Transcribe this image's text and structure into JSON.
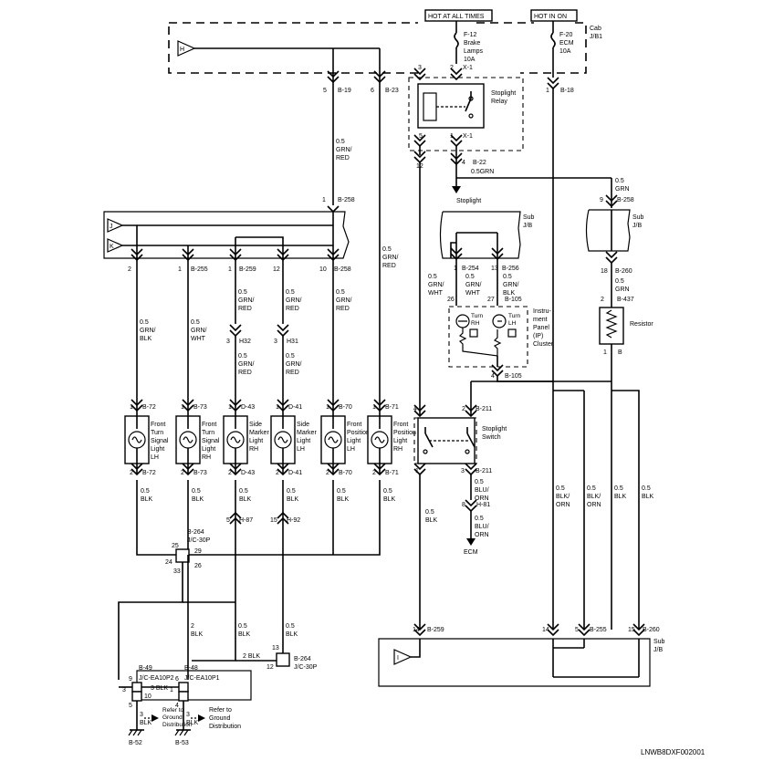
{
  "header": {
    "hot_all_times": "HOT AT ALL TIMES",
    "hot_in_on": "HOT IN ON",
    "cab_jb": [
      "Cab",
      "J/B1"
    ]
  },
  "fuses": {
    "f12": [
      "F-12",
      "Brake",
      "Lamps",
      "10A"
    ],
    "f20": [
      "F-20",
      "ECM",
      "10A"
    ]
  },
  "relay": {
    "label": [
      "Stoplight",
      "Relay"
    ]
  },
  "connectors_top": {
    "c1": "5",
    "c1n": "B-19",
    "c2": "6",
    "c2n": "B-23",
    "r3": "3",
    "r2": "2",
    "rx1": "X-1",
    "r5": "5",
    "r1": "1",
    "rx1b": "X-1",
    "p12": "12",
    "p4": "4",
    "b22": "B-22",
    "p1": "1",
    "b18": "B-18"
  },
  "wires": {
    "w_grnred_top": [
      "0.5",
      "GRN/",
      "RED"
    ],
    "w_grn_stop": "0.5GRN",
    "stoplight": "Stoplight",
    "w_grn_right": [
      "0.5",
      "GRN"
    ],
    "w_grn_right2": [
      "0.5",
      "GRN"
    ],
    "w_grnred_mid": [
      "0.5",
      "GRN/",
      "RED"
    ]
  },
  "sub_jb_a": {
    "label": [
      "Sub",
      "J/B"
    ],
    "c9": "9",
    "b258": "B-258",
    "c18": "18",
    "b260": "B-260"
  },
  "resistor": {
    "c2": "2",
    "b437": "B-437",
    "label": "Resistor",
    "c1": "1",
    "b": "B"
  },
  "sub_jb_b": {
    "label": [
      "Sub",
      "J/B"
    ]
  },
  "ip_cluster": {
    "c1": "1",
    "b254": "B-254",
    "c13": "13",
    "b256": "B-256",
    "w1": [
      "0.5",
      "GRN/",
      "WHT"
    ],
    "w2": [
      "0.5",
      "GRN/",
      "WHT"
    ],
    "w3": [
      "0.5",
      "GRN/",
      "BLK"
    ],
    "p26": "26",
    "p27": "27",
    "b105": "B-105",
    "turn_rh": [
      "Turn",
      "RH"
    ],
    "turn_lh": [
      "Turn",
      "LH"
    ],
    "label": [
      "Instru-",
      "ment",
      "Panel",
      "(IP)",
      "Cluster"
    ],
    "p4": "4",
    "b105b": "B-105"
  },
  "left_jb": {
    "j": "J",
    "k": "K",
    "c1": "1",
    "b258": "B-258",
    "row": [
      "2",
      "1",
      "B-255",
      "1",
      "B-259",
      "12",
      "10",
      "B-258"
    ]
  },
  "branch_wires": {
    "a": [
      "0.5",
      "GRN/",
      "BLK"
    ],
    "b": [
      "0.5",
      "GRN/",
      "WHT"
    ],
    "c": [
      "0.5",
      "GRN/",
      "RED"
    ],
    "d": [
      "0.5",
      "GRN/",
      "RED"
    ],
    "e": [
      "0.5",
      "GRN/",
      "RED"
    ],
    "h32": "H32",
    "h31": "H31",
    "three1": "3",
    "three2": "3",
    "c2": [
      "0.5",
      "GRN/",
      "RED"
    ],
    "d2": [
      "0.5",
      "GRN/",
      "RED"
    ]
  },
  "lamps": [
    {
      "pin": "1",
      "id": "B-72",
      "label": [
        "Front",
        "Turn",
        "Signal",
        "Light",
        "LH"
      ],
      "bpin": "2",
      "bid": "B-72",
      "wire": [
        "0.5",
        "BLK"
      ]
    },
    {
      "pin": "1",
      "id": "B-73",
      "label": [
        "Front",
        "Turn",
        "Signal",
        "Light",
        "RH"
      ],
      "bpin": "2",
      "bid": "B-73",
      "wire": [
        "0.5",
        "BLK"
      ]
    },
    {
      "pin": "1",
      "id": "D-43",
      "label": [
        "Side",
        "Marker",
        "Light",
        "RH"
      ],
      "bpin": "2",
      "bid": "D-43",
      "wire": [
        "0.5",
        "BLK"
      ]
    },
    {
      "pin": "1",
      "id": "D-41",
      "label": [
        "Side",
        "Marker",
        "Light",
        "LH"
      ],
      "bpin": "2",
      "bid": "D-41",
      "wire": [
        "0.5",
        "BLK"
      ]
    },
    {
      "pin": "1",
      "id": "B-70",
      "label": [
        "Front",
        "Position",
        "Light",
        "LH"
      ],
      "bpin": "2",
      "bid": "B-70",
      "wire": [
        "0.5",
        "BLK"
      ]
    },
    {
      "pin": "1",
      "id": "B-71",
      "label": [
        "Front",
        "Position",
        "Light",
        "RH"
      ],
      "bpin": "2",
      "bid": "B-71",
      "wire": [
        "0.5",
        "BLK"
      ]
    }
  ],
  "stop_switch": {
    "p4": "4",
    "p2": "2",
    "b211": "B-211",
    "label": [
      "Stoplight",
      "Switch"
    ],
    "p1": "1",
    "p3": "3",
    "b211b": "B-211",
    "w1": [
      "0.5",
      "BLU/",
      "ORN"
    ],
    "p8": "8",
    "h81": "H-81",
    "w2": [
      "0.5",
      "BLU/",
      "ORN"
    ],
    "ecm": "ECM",
    "wblk": [
      "0.5",
      "BLK"
    ]
  },
  "right_wires": {
    "a": [
      "0.5",
      "BLK/",
      "ORN"
    ],
    "b": [
      "0.5",
      "BLK/",
      "ORN"
    ],
    "c": [
      "0.5",
      "BLK"
    ],
    "d": [
      "0.5",
      "BLK"
    ]
  },
  "hconn": {
    "h87n": "5",
    "h87": "H-87",
    "h92n": "15",
    "h92": "H-92"
  },
  "b264": {
    "id": "B-264",
    "jc": "J/C-30P",
    "p25": "25",
    "p29": "29",
    "p24": "24",
    "p26": "26",
    "p33": "33"
  },
  "lower_wires": {
    "a": [
      "2",
      "BLK"
    ],
    "b": [
      "0.5",
      "BLK"
    ],
    "c": [
      "0.5",
      "BLK"
    ],
    "d": "2 BLK"
  },
  "b264b": {
    "p13": "13",
    "p12": "12",
    "id": "B-264",
    "jc": "J/C-30P"
  },
  "b49": {
    "id": "B-49",
    "jc": "J/C-EA10P2",
    "p9": "9",
    "p3": "3",
    "p10": "10",
    "p5": "5",
    "w": "3 BLK"
  },
  "b48": {
    "id": "B-48",
    "jc": "J/C-EA10P1",
    "p6": "6",
    "p1": "1",
    "p4": "4"
  },
  "grounds": {
    "w1": [
      "3",
      "BLK"
    ],
    "w2": [
      "3",
      "BLK"
    ],
    "g1": "B-52",
    "g2": "B-53",
    "ref1": [
      "Refer to",
      "Ground",
      "Distribution"
    ],
    "ref2": [
      "Refer to",
      "Ground",
      "Distribution"
    ]
  },
  "bottom_jb": {
    "i": "I",
    "c14": "14",
    "b259": "B-259",
    "c14b": "14",
    "c5": "5",
    "b255": "B-255",
    "c15": "15",
    "b260": "B-260",
    "label": [
      "Sub",
      "J/B"
    ]
  },
  "footer": {
    "code": "LNWB8DXF002001"
  }
}
